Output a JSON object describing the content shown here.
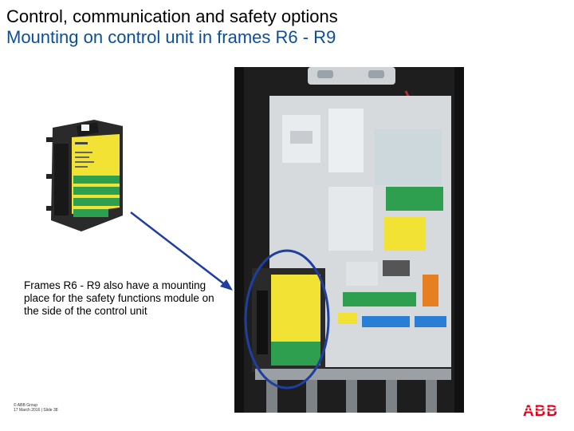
{
  "slide": {
    "title": "Control, communication and safety options",
    "subtitle": "Mounting on control unit in frames R6 - R9",
    "caption": "Frames R6 - R9 also have a mounting place for the safety functions module on the side of the control unit",
    "footer": {
      "copyright": "© ABB Group",
      "date_slide": "17 March 2016 | Slide 38"
    },
    "logo_text": "ABB",
    "colors": {
      "title": "#000000",
      "subtitle": "#0b4f9a",
      "arrow": "#1f3fa0",
      "highlight_ellipse": "#1f3fa0",
      "logo": "#e2001a",
      "module_yellow": "#f2e233",
      "terminal_green": "#2e9e4f"
    }
  }
}
